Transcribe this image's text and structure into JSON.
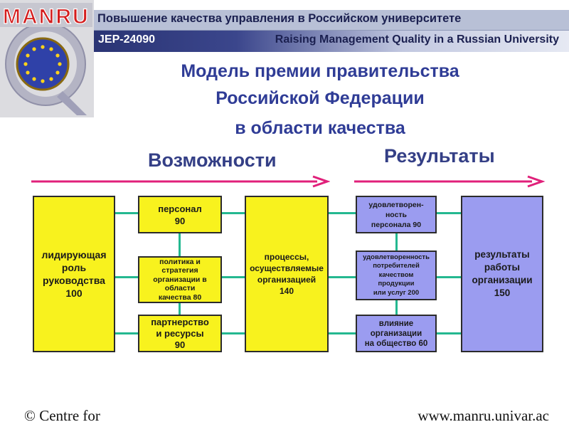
{
  "logo": {
    "text": "MANRU"
  },
  "header": {
    "title_ru": "Повышение качества управления в Российском университете",
    "code": "JEP-24090",
    "title_en": "Raising Management Quality in a Russian University"
  },
  "title": {
    "line1": "Модель премии правительства",
    "line2": "Российской Федерации",
    "line3": "в  области качества"
  },
  "sections": {
    "enablers": "Возможности",
    "results": "Результаты"
  },
  "boxes": {
    "leadership": {
      "l1": "лидирующая",
      "l2": "роль",
      "l3": "руководства",
      "l4": "100"
    },
    "personnel": {
      "l1": "персонал",
      "l2": "90"
    },
    "policy": {
      "l1": "политика и",
      "l2": "стратегия",
      "l3": "организации в",
      "l4": "области",
      "l5": "качества 80"
    },
    "partnership": {
      "l1": "партнерство",
      "l2": "и ресурсы",
      "l3": "90"
    },
    "processes": {
      "l1": "процессы,",
      "l2": "осуществляемые",
      "l3": "организацией",
      "l4": "140"
    },
    "people_satisfaction": {
      "l1": "удовлетворен-",
      "l2": "ность",
      "l3": "персонала 90"
    },
    "customer_satisfaction": {
      "l1": "удовлетворенность",
      "l2": "потребителей",
      "l3": "качеством",
      "l4": "продукции",
      "l5": "или услуг 200"
    },
    "society_impact": {
      "l1": "влияние",
      "l2": "организации",
      "l3": "на общество 60"
    },
    "business_results": {
      "l1": "результаты",
      "l2": "работы",
      "l3": "организации",
      "l4": "150"
    }
  },
  "footer": {
    "left": "© Centre for",
    "right": "www.manru.univar.ac"
  }
}
